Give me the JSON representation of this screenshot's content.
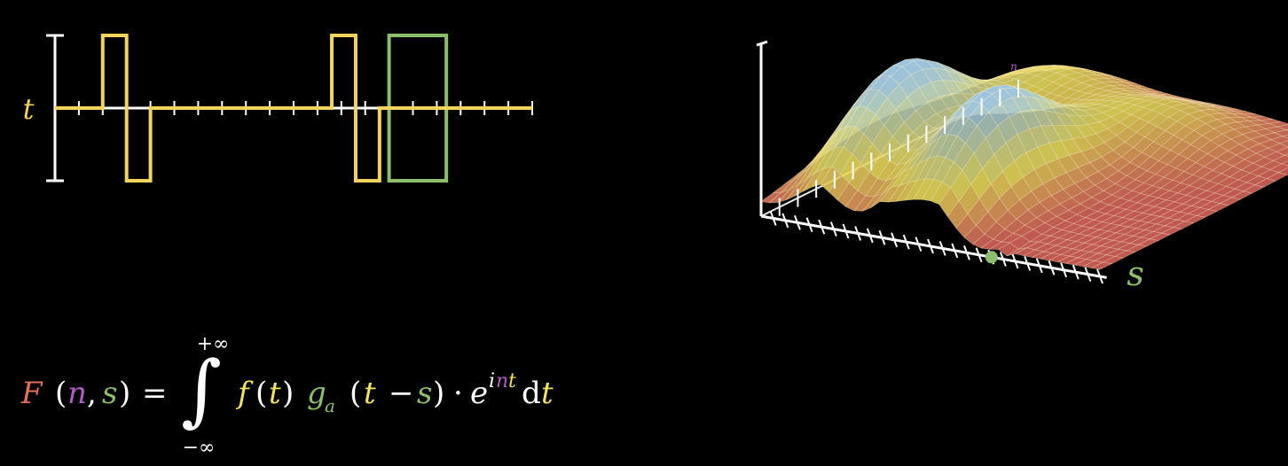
{
  "signal_plot": {
    "axis_label": "t",
    "tick_count": 20,
    "pulses": [
      {
        "start": 2,
        "end": 3,
        "height": 1
      },
      {
        "start": 3,
        "end": 4,
        "height": -1
      },
      {
        "start": 11.6,
        "end": 12.6,
        "height": 1
      },
      {
        "start": 12.6,
        "end": 13.6,
        "height": -1
      }
    ],
    "window": {
      "start": 14,
      "end": 16.4
    }
  },
  "surface_plot": {
    "axis_label": "s",
    "axis_label_back": "n",
    "marker_position": 0.68
  },
  "formula": {
    "F": "F",
    "open_paren": "(",
    "n": "n",
    "comma": ",",
    "s": "s",
    "close_paren": ")",
    "equals": "=",
    "upper_limit": "+∞",
    "lower_limit": "−∞",
    "integral": "∫",
    "f": "f",
    "t1": "t",
    "g": "g",
    "g_sub": "a",
    "t2": "t",
    "minus": "−",
    "s2": "s",
    "dot": "·",
    "e": "e",
    "exp_i": "i",
    "exp_n": "n",
    "exp_t": "t",
    "d": "d",
    "t3": "t"
  },
  "colors": {
    "background": "#000000",
    "axis": "#ffffff",
    "signal": "#f2d45c",
    "window": "#8dbf6a",
    "F": "#e0705a",
    "n": "#b05cc4",
    "s": "#8dbf6a",
    "t": "#f2e45c",
    "f": "#f2e45c",
    "g": "#8dbf6a",
    "text": "#ffffff",
    "surface_low": "#d9655c",
    "surface_mid": "#eadc5a",
    "surface_high": "#9cc4e0"
  }
}
